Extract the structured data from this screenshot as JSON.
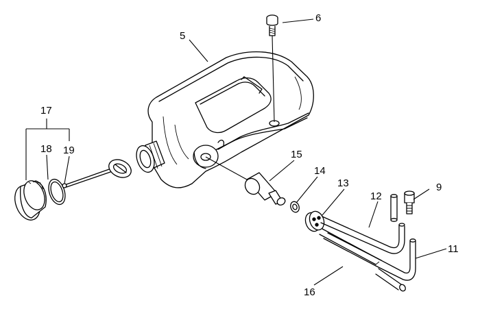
{
  "callouts": {
    "c5": "5",
    "c6": "6",
    "c9": "9",
    "c11": "11",
    "c12": "12",
    "c13": "13",
    "c14": "14",
    "c15": "15",
    "c16": "16",
    "c17": "17",
    "c18": "18",
    "c19": "19"
  }
}
